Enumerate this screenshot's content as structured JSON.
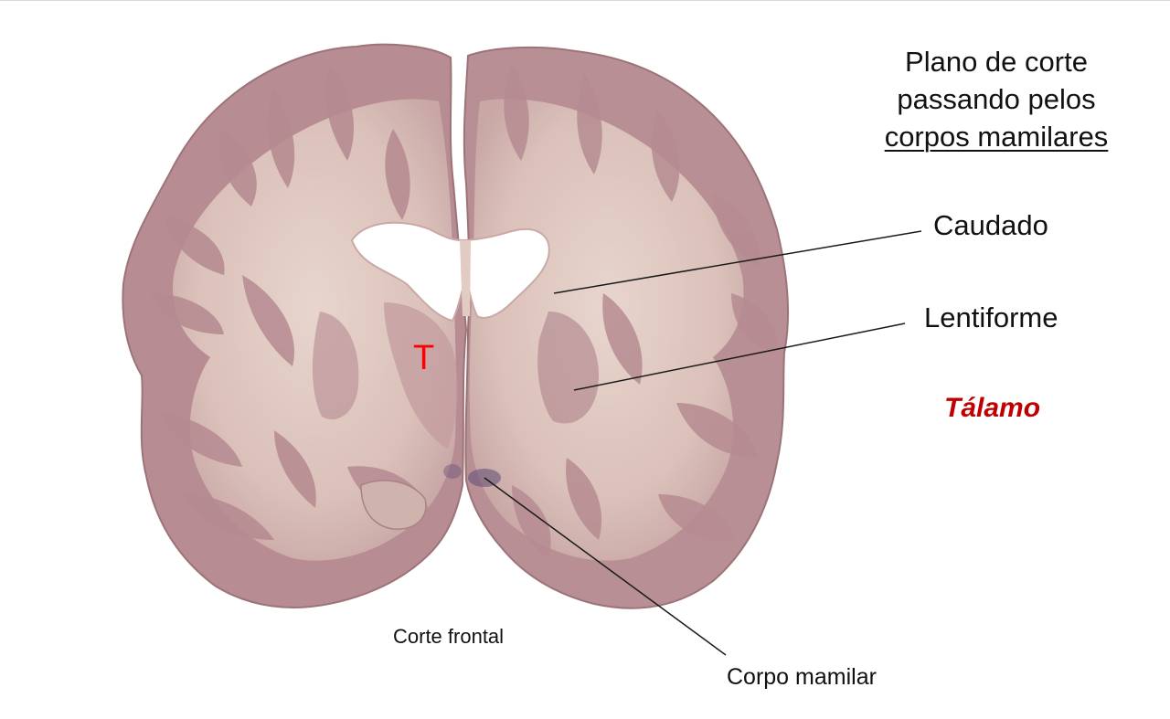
{
  "title": {
    "line1": "Plano de corte",
    "line2": "passando pelos",
    "line3": "corpos mamilares"
  },
  "labels": {
    "caudado": "Caudado",
    "lentiforme": "Lentiforme",
    "talamo": "Tálamo",
    "t_marker": "T",
    "corte_frontal": "Corte frontal",
    "corpo_mamilar": "Corpo mamilar"
  },
  "colors": {
    "accent_red": "#c00000",
    "marker_red": "#ff0000",
    "text": "#111111",
    "leader_line": "#1a1a1a",
    "gray_matter": "#b88f94",
    "white_matter": "#e4cfc6",
    "tissue_edge": "#9a6f72"
  }
}
